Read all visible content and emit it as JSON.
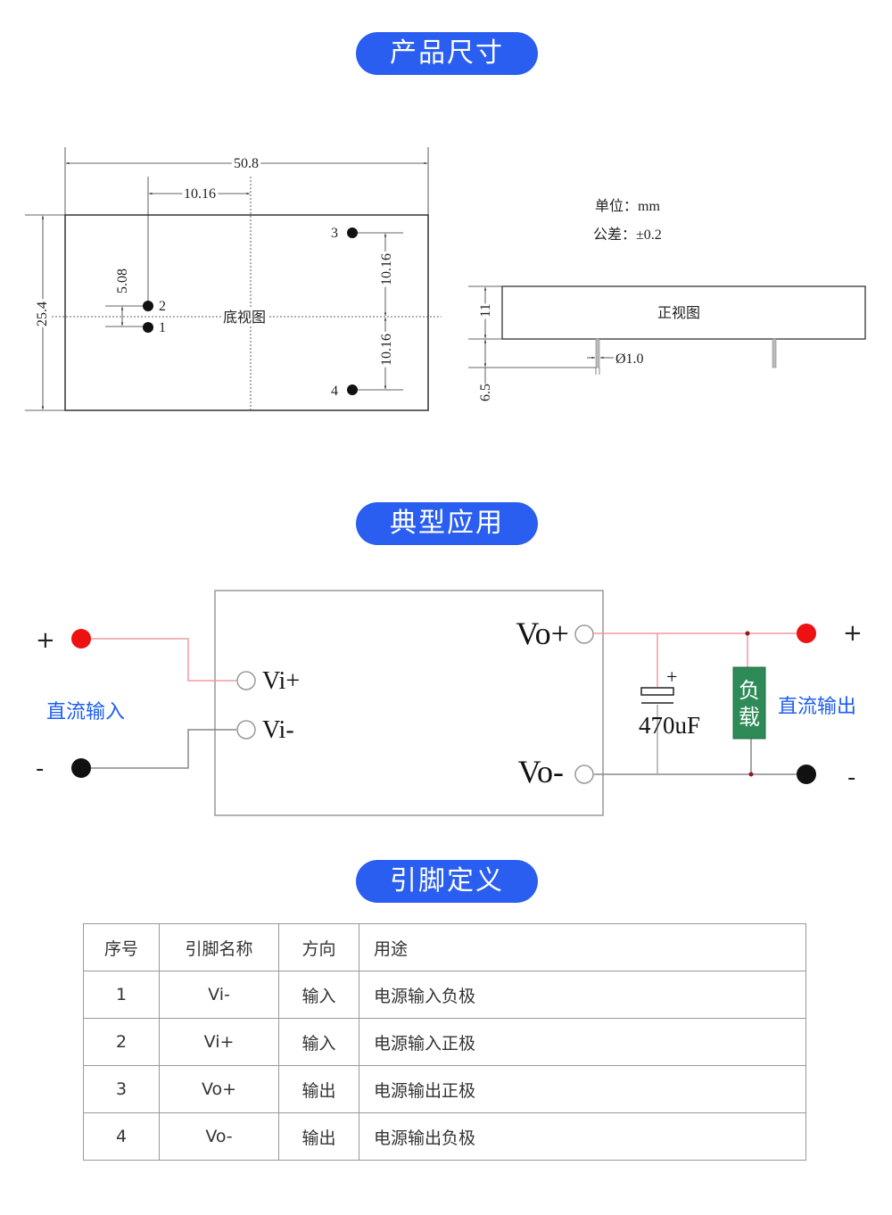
{
  "sections": {
    "dimensions": "产品尺寸",
    "application": "典型应用",
    "pin_definition": "引脚定义"
  },
  "bottom_view": {
    "label": "底视图",
    "width": "50.8",
    "height": "25.4",
    "pin_offset_x": "10.16",
    "pin_pitch_input": "5.08",
    "pin_pitch_output_top": "10.16",
    "pin_pitch_output_bottom": "10.16",
    "pins": [
      "1",
      "2",
      "3",
      "4"
    ]
  },
  "front_view": {
    "label": "正视图",
    "height": "11",
    "pin_length": "6.5",
    "pin_diameter": "Ø1.0"
  },
  "units": {
    "unit_line": "单位：mm",
    "tolerance_line": "公差：±0.2"
  },
  "circuit": {
    "input_plus": "+",
    "input_minus": "-",
    "input_label": "直流输入",
    "vi_plus": "Vi+",
    "vi_minus": "Vi-",
    "vo_plus": "Vo+",
    "vo_minus": "Vo-",
    "cap_polarity": "+",
    "capacitor": "470uF",
    "load_char1": "负",
    "load_char2": "载",
    "output_label": "直流输出",
    "output_plus": "+",
    "output_minus": "-",
    "colors": {
      "positive": "#ee1111",
      "negative": "#111111",
      "load": "#2e8b57",
      "label_blue": "#1e5ef0"
    }
  },
  "pin_table": {
    "headers": [
      "序号",
      "引脚名称",
      "方向",
      "用途"
    ],
    "rows": [
      [
        "1",
        "Vi-",
        "输入",
        "电源输入负极"
      ],
      [
        "2",
        "Vi+",
        "输入",
        "电源输入正极"
      ],
      [
        "3",
        "Vo+",
        "输出",
        "电源输出正极"
      ],
      [
        "4",
        "Vo-",
        "输出",
        "电源输出负极"
      ]
    ]
  }
}
